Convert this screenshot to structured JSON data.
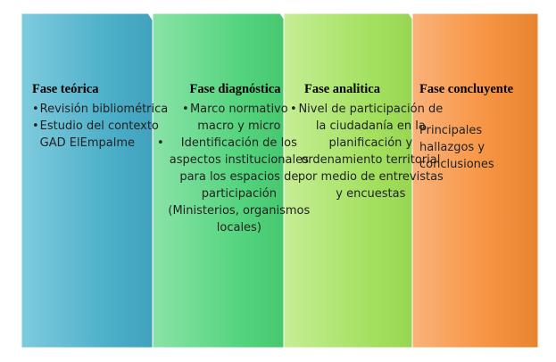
{
  "phases": [
    {
      "title": "Fase teórica",
      "color": "#4BACC6",
      "items": [
        "Revisión bibliométrica",
        "Estudio del contexto GAD ElEmpalme"
      ],
      "bulleted": true
    },
    {
      "title": "Fase diagnóstica",
      "color": "#4FD17A",
      "items": [
        "Marco normativo macro y micro",
        "Identificación de los aspectos institucionales para los espacios de participación (Ministerios, organismos locales)"
      ],
      "bulleted": true
    },
    {
      "title": "Fase analitica",
      "color": "#9EE05A",
      "items": [
        "Nivel de participación de la ciudadanía en la planificación y ordenamiento territorial por medio de entrevistas y encuestas"
      ],
      "bulleted": true
    },
    {
      "title": "Fase concluyente",
      "color": "#F79646",
      "items": [
        "Principales hallazgos y conclusiones"
      ],
      "bulleted": false
    }
  ]
}
